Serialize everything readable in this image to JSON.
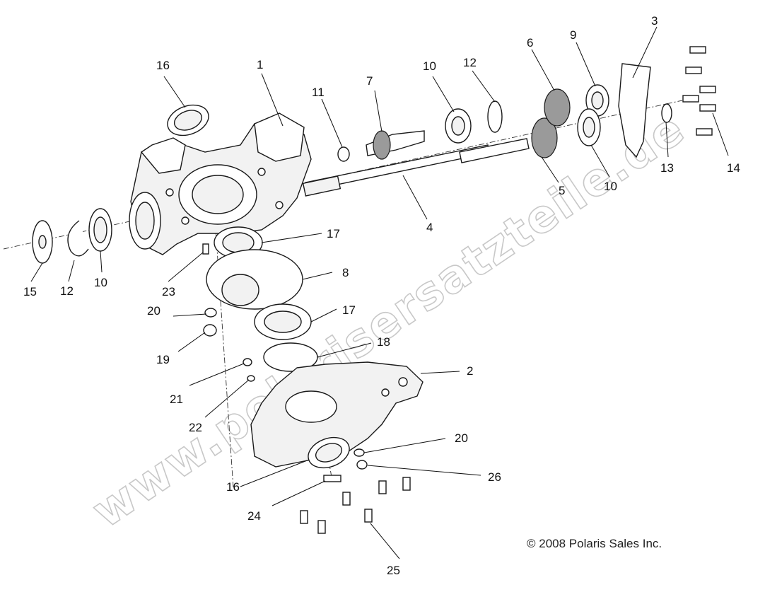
{
  "diagram": {
    "watermark": "www.polarisersatzteile.de",
    "copyright": "© 2008 Polaris Sales Inc.",
    "callouts": [
      {
        "id": "c1",
        "text": "1"
      },
      {
        "id": "c2",
        "text": "2"
      },
      {
        "id": "c3",
        "text": "3"
      },
      {
        "id": "c4",
        "text": "4"
      },
      {
        "id": "c5",
        "text": "5"
      },
      {
        "id": "c6",
        "text": "6"
      },
      {
        "id": "c7",
        "text": "7"
      },
      {
        "id": "c8",
        "text": "8"
      },
      {
        "id": "c9",
        "text": "9"
      },
      {
        "id": "c10a",
        "text": "10"
      },
      {
        "id": "c10b",
        "text": "10"
      },
      {
        "id": "c10c",
        "text": "10"
      },
      {
        "id": "c11",
        "text": "11"
      },
      {
        "id": "c12a",
        "text": "12"
      },
      {
        "id": "c12b",
        "text": "12"
      },
      {
        "id": "c13",
        "text": "13"
      },
      {
        "id": "c14",
        "text": "14"
      },
      {
        "id": "c15",
        "text": "15"
      },
      {
        "id": "c16a",
        "text": "16"
      },
      {
        "id": "c16b",
        "text": "16"
      },
      {
        "id": "c17a",
        "text": "17"
      },
      {
        "id": "c17b",
        "text": "17"
      },
      {
        "id": "c18",
        "text": "18"
      },
      {
        "id": "c19",
        "text": "19"
      },
      {
        "id": "c20a",
        "text": "20"
      },
      {
        "id": "c20b",
        "text": "20"
      },
      {
        "id": "c21",
        "text": "21"
      },
      {
        "id": "c22",
        "text": "22"
      },
      {
        "id": "c23",
        "text": "23"
      },
      {
        "id": "c24",
        "text": "24"
      },
      {
        "id": "c25",
        "text": "25"
      },
      {
        "id": "c26",
        "text": "26"
      }
    ]
  }
}
